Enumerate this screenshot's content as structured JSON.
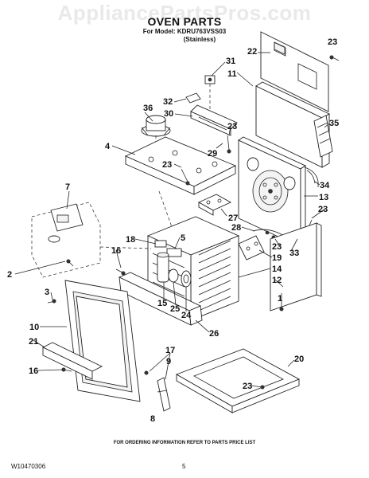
{
  "watermark": "AppliancePartsPros.com",
  "title": "OVEN PARTS",
  "model_line": "For Model: KDRU763VSS03",
  "model_finish": "(Stainless)",
  "footer_note": "FOR ORDERING INFORMATION REFER TO PARTS PRICE LIST",
  "doc_number": "W10470306",
  "page_number": "5",
  "callouts": [
    "23",
    "22",
    "31",
    "11",
    "32",
    "30",
    "36",
    "35",
    "23",
    "29",
    "4",
    "23",
    "34",
    "13",
    "7",
    "27",
    "23",
    "28",
    "18",
    "5",
    "23",
    "33",
    "16",
    "19",
    "2",
    "14",
    "12",
    "3",
    "15",
    "25",
    "24",
    "1",
    "10",
    "26",
    "21",
    "17",
    "9",
    "20",
    "16",
    "23",
    "8"
  ]
}
